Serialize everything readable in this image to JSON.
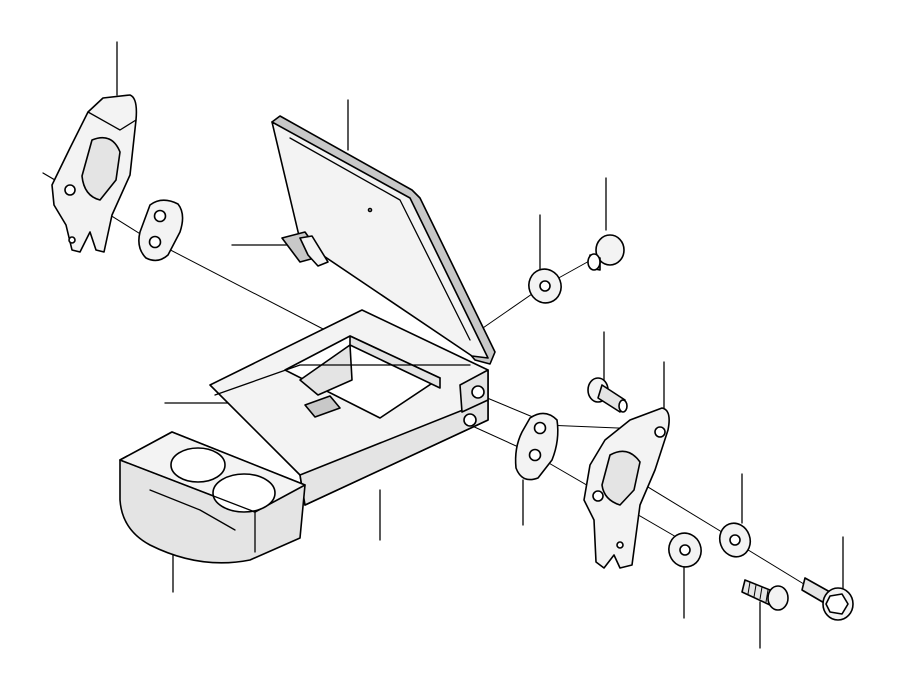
{
  "diagram": {
    "type": "exploded-parts-diagram",
    "style": "monochrome line art",
    "colors": {
      "line": "#000000",
      "background": "#ffffff",
      "shade": "#e4e4e4"
    },
    "parts": [
      {
        "name": "left-bracket"
      },
      {
        "name": "left-spacer-plate"
      },
      {
        "name": "armrest-lid"
      },
      {
        "name": "lid-catch"
      },
      {
        "name": "console-box"
      },
      {
        "name": "cup-holder"
      },
      {
        "name": "console-latch"
      },
      {
        "name": "lid-washer"
      },
      {
        "name": "lid-pin"
      },
      {
        "name": "right-spacer-plate"
      },
      {
        "name": "small-bolt"
      },
      {
        "name": "right-bracket"
      },
      {
        "name": "washer-upper"
      },
      {
        "name": "washer-lower"
      },
      {
        "name": "flange-bolt"
      },
      {
        "name": "screw"
      }
    ],
    "leader_lines": 16,
    "labels": []
  }
}
